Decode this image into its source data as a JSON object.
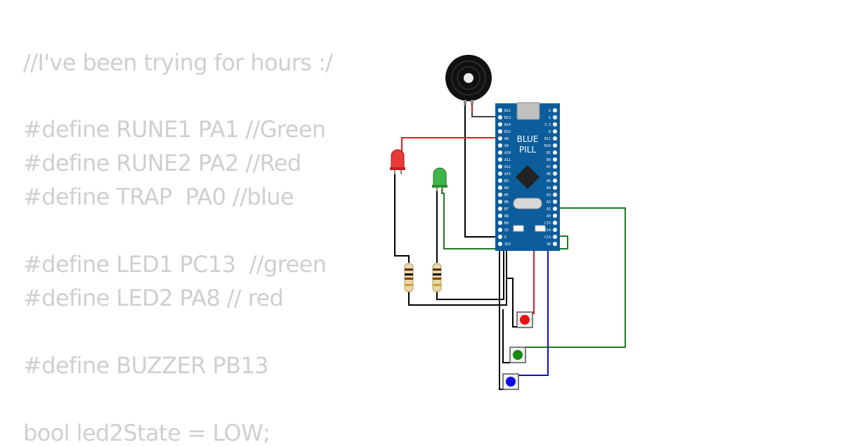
{
  "code_lines": [
    "//I've been trying for hours :/",
    "",
    "#define RUNE1 PA1 //Green",
    "#define RUNE2 PA2 //Red",
    "#define TRAP  PA0 //blue",
    "",
    "#define LED1 PC13  //green",
    "#define LED2 PA8 // red",
    "",
    "#define BUZZER PB13",
    "",
    "bool led2State = LOW;"
  ],
  "board": {
    "label_line1": "BLUE",
    "label_line2": "PILL",
    "left_pins": [
      "B12",
      "B13",
      "B14",
      "B15",
      "A8",
      "A9",
      "A10",
      "A11",
      "A12",
      "A15",
      "B3",
      "B4",
      "B5",
      "B6",
      "B7",
      "B8",
      "B9",
      "5V",
      "G",
      "3V3"
    ],
    "right_pins": [
      "G",
      "G",
      "3.3",
      "R",
      "B11",
      "B10",
      "B1",
      "B0",
      "A7",
      "A6",
      "A5",
      "A4",
      "A3",
      "A2",
      "A1",
      "A0",
      "C15",
      "C14",
      "C13",
      "VB"
    ]
  },
  "components": {
    "buzzer": "buzzer",
    "led_red": "red",
    "led_green": "green",
    "button_red": "red",
    "button_green": "green",
    "button_blue": "blue"
  },
  "colors": {
    "board": "#0c5d9c",
    "wire_red": "#d42020",
    "wire_green": "#1f7a1f",
    "wire_blue": "#1010c8",
    "wire_black": "#000000",
    "code_text": "#cfcfcf"
  }
}
